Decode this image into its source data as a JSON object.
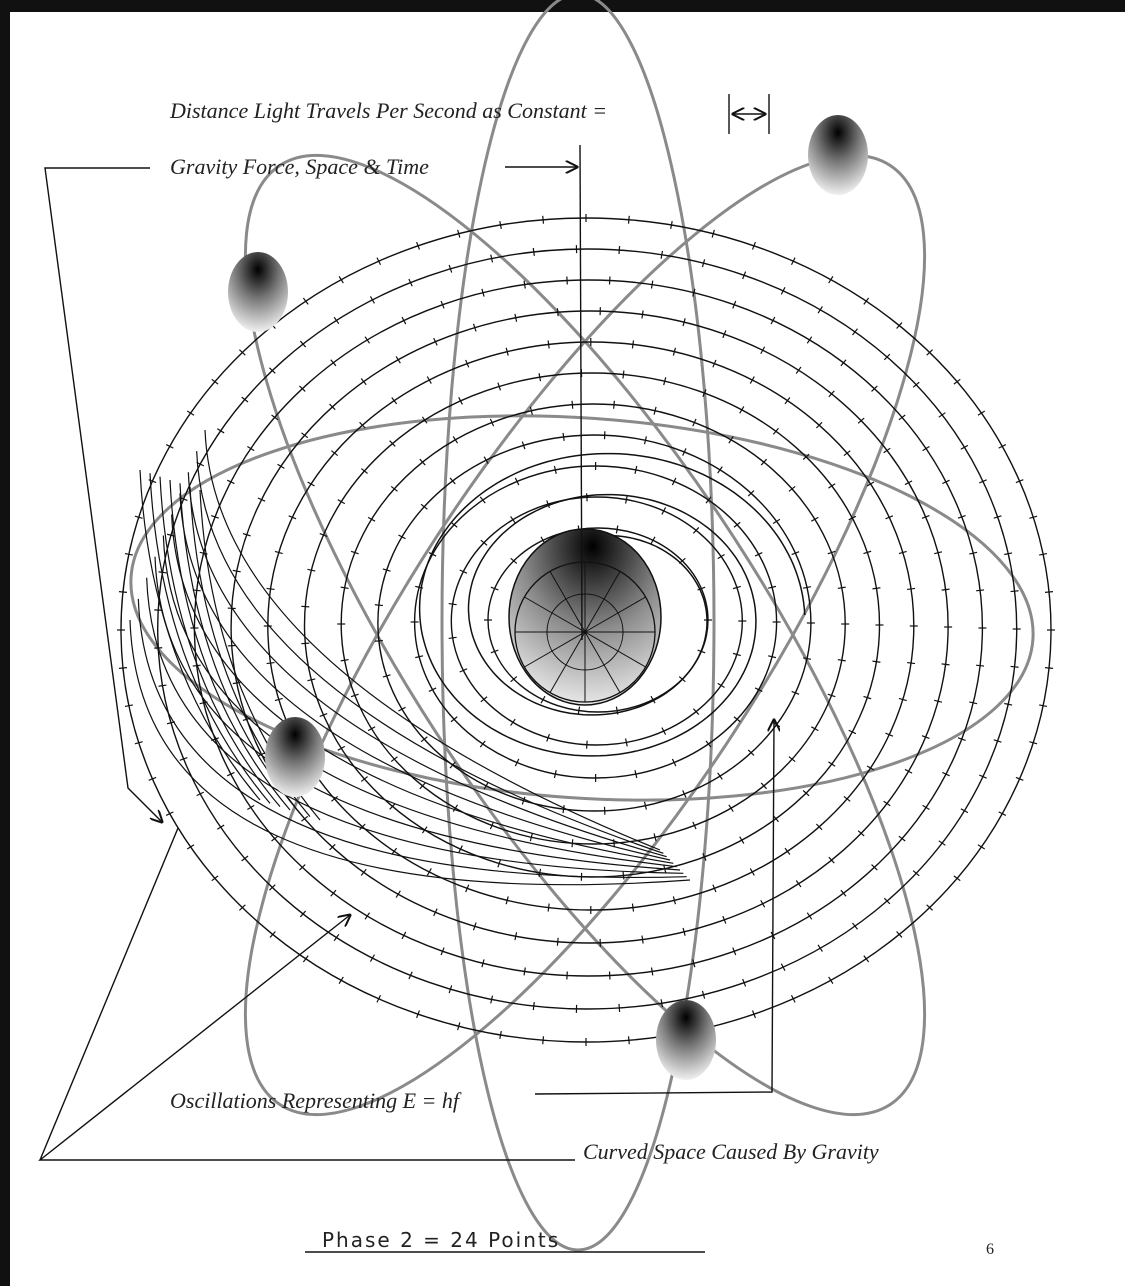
{
  "labels": {
    "light_distance": "Distance Light Travels Per Second as Constant =",
    "gravity_force": "Gravity Force, Space & Time",
    "oscillations": "Oscillations Representing E = hf",
    "curved_space": "Curved Space Caused By Gravity",
    "phase_note": "Phase 2 = 24 Points",
    "page_number": "6"
  },
  "colors": {
    "orbit_gray": "#8a8a8a",
    "ink": "#111111",
    "frame": "#111111"
  }
}
